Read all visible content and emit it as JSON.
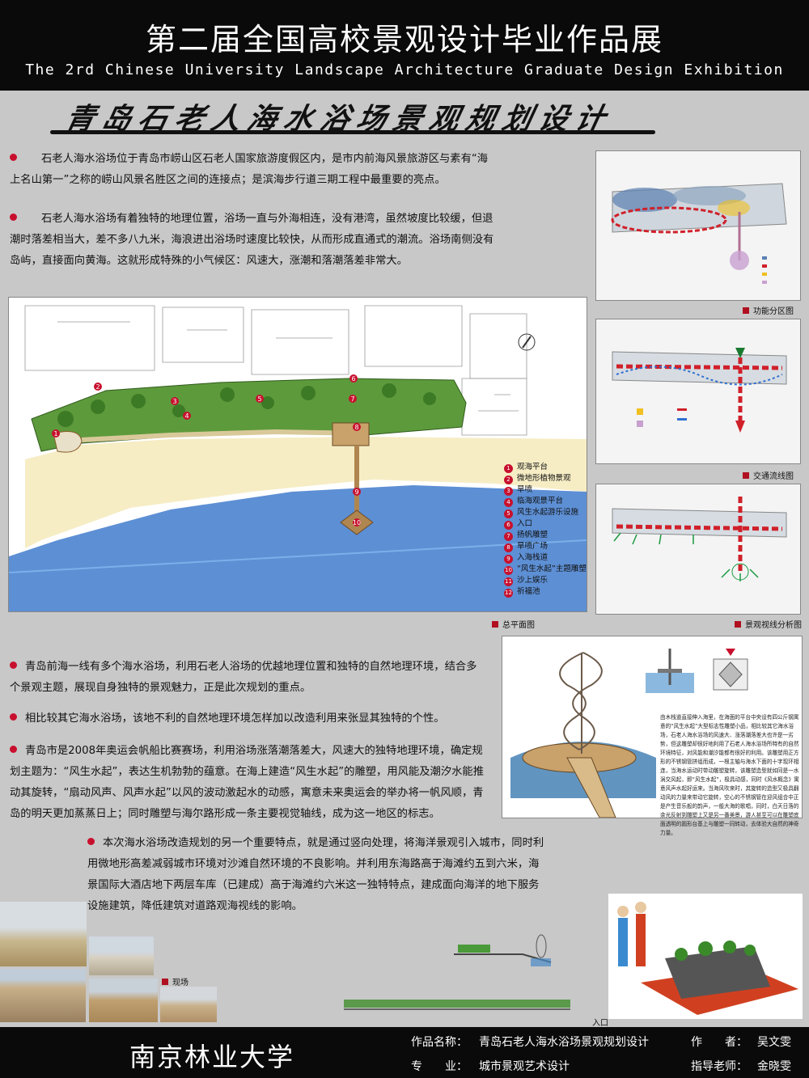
{
  "header": {
    "title_cn": "第二届全国高校景观设计毕业作品展",
    "title_en": "The 2rd Chinese University Landscape Architecture Graduate Design Exhibition"
  },
  "project_title": "青岛石老人海水浴场景观规划设计",
  "intro": [
    "石老人海水浴场位于青岛市崂山区石老人国家旅游度假区内，是市内前海风景旅游区与素有“海上名山第一”之称的崂山风景名胜区之间的连接点；是滨海步行道三期工程中最重要的亮点。",
    "石老人海水浴场有着独特的地理位置，浴场一直与外海相连，没有港湾，虽然坡度比较缓，但退潮时落差相当大，差不多八九米，海浪进出浴场时速度比较快，从而形成直通式的潮流。浴场南侧没有岛屿，直接面向黄海。这就形成特殊的小气候区：风速大，涨潮和落潮落差非常大。"
  ],
  "middle": [
    "青岛前海一线有多个海水浴场，利用石老人浴场的优越地理位置和独特的自然地理环境，结合多个景观主题，展现自身独特的景观魅力，正是此次规划的重点。",
    "相比较其它海水浴场，该地不利的自然地理环境怎样加以改造利用来张显其独特的个性。",
    "青岛市是2008年奥运会帆船比赛赛场，利用浴场涨落潮落差大，风速大的独特地理环境，确定规划主题为：“风生水起”，表达生机勃勃的蕴意。在海上建造“风生水起”的雕塑，用风能及潮汐水能推动其旋转，“扇动风声、风声水起”以风的波动激起水的动感，寓意未来奥运会的举办将一帆风顺，青岛的明天更加蒸蒸日上；同时雕塑与海尔路形成一条主要视觉轴线，成为这一地区的标志。"
  ],
  "bottom_para": "本次海水浴场改造规划的另一个重要特点，就是通过竖向处理，将海洋景观引入城市，同时利用微地形高差减弱城市环境对沙滩自然环境的不良影响。并利用东海路高于海滩约五到六米，海景国际大酒店地下两层车库（已建成）高于海滩约六米这一独特特点，建成面向海洋的地下服务设施建筑，降低建筑对道路观海视线的影响。",
  "legend": [
    {
      "num": "1",
      "label": "观海平台"
    },
    {
      "num": "2",
      "label": "微地形植物景观"
    },
    {
      "num": "3",
      "label": "旱喷"
    },
    {
      "num": "4",
      "label": "临海观景平台"
    },
    {
      "num": "5",
      "label": "风生水起游乐设施"
    },
    {
      "num": "6",
      "label": "入口"
    },
    {
      "num": "7",
      "label": "扬帆雕塑"
    },
    {
      "num": "8",
      "label": "旱喷广场"
    },
    {
      "num": "9",
      "label": "入海栈道"
    },
    {
      "num": "10",
      "label": "“风生水起”主题雕塑"
    },
    {
      "num": "11",
      "label": "沙上娱乐"
    },
    {
      "num": "12",
      "label": "祈福池"
    }
  ],
  "captions": {
    "master_plan": "总平面图",
    "function_zones": "功能分区图",
    "traffic": "交通流线图",
    "sightline": "景观视线分析图",
    "site": "现场",
    "entrance": "入口"
  },
  "sculpture_text": "由木栈道直接伸入海里，在海面的平台中央设有四公斤钢寓意的“风生水起”大型标志性雕塑小品，相比较其它海水浴场，石老人海水浴场的风速大、涨落潮落差大也许是一劣势，但这雕塑却很好地利用了石老人海水浴场所特有的自然环境特征，对风能和潮汐能都有很好的利用。该雕塑用正方形的不锈钢管拼组而成，一根主轴与海水下面的十字现环相连，当海水运动时带动雕塑旋转，该雕塑造型就如同是一水涡交风起，即“风生水起”，极具动感，同时《风水概念》寓意风声水起好运来。当海风吹来时，其旋转的造型又极具翻动风的力量来带动它旋转，空心的不锈钢管在迎风组合中正是产生音乐般的韵声，一般大海的歌唱，同时，白天日落的余光反射到雕塑上又是另一番美景，游人甚至可以在雕塑底面透明的圆形台基上与雕塑一同转动，去体验大自然的神奇力量。",
  "footer": {
    "university": "南京林业大学",
    "work_label": "作品名称：",
    "work_name": "青岛石老人海水浴场景观规划设计",
    "author_label": "作　　者：",
    "author": "吴文雯",
    "major_label": "专　　业：",
    "major": "城市景观艺术设计",
    "advisor_label": "指导老师：",
    "advisor": "金晓雯"
  }
}
